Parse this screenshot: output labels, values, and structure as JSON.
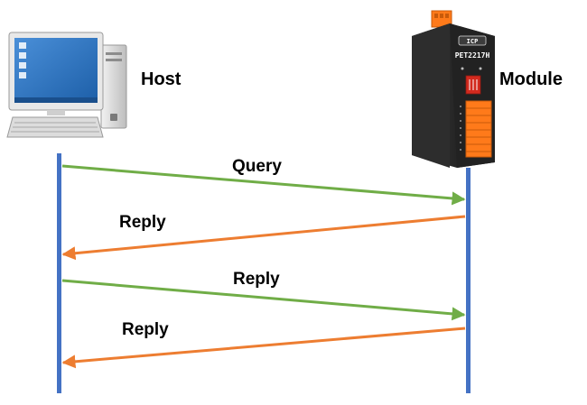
{
  "participants": {
    "host": {
      "label": "Host",
      "icon": "desktop-computer-icon"
    },
    "module": {
      "label": "Module",
      "icon": "io-module-icon",
      "model": "PET2217H"
    }
  },
  "messages": [
    {
      "label": "Query",
      "from": "host",
      "to": "module",
      "color": "#70ad47"
    },
    {
      "label": "Reply",
      "from": "module",
      "to": "host",
      "color": "#ed7d31"
    },
    {
      "label": "Reply",
      "from": "host",
      "to": "module",
      "color": "#70ad47"
    },
    {
      "label": "Reply",
      "from": "module",
      "to": "host",
      "color": "#ed7d31"
    }
  ],
  "colors": {
    "lifeline": "#4472c4",
    "request": "#70ad47",
    "response": "#ed7d31"
  }
}
